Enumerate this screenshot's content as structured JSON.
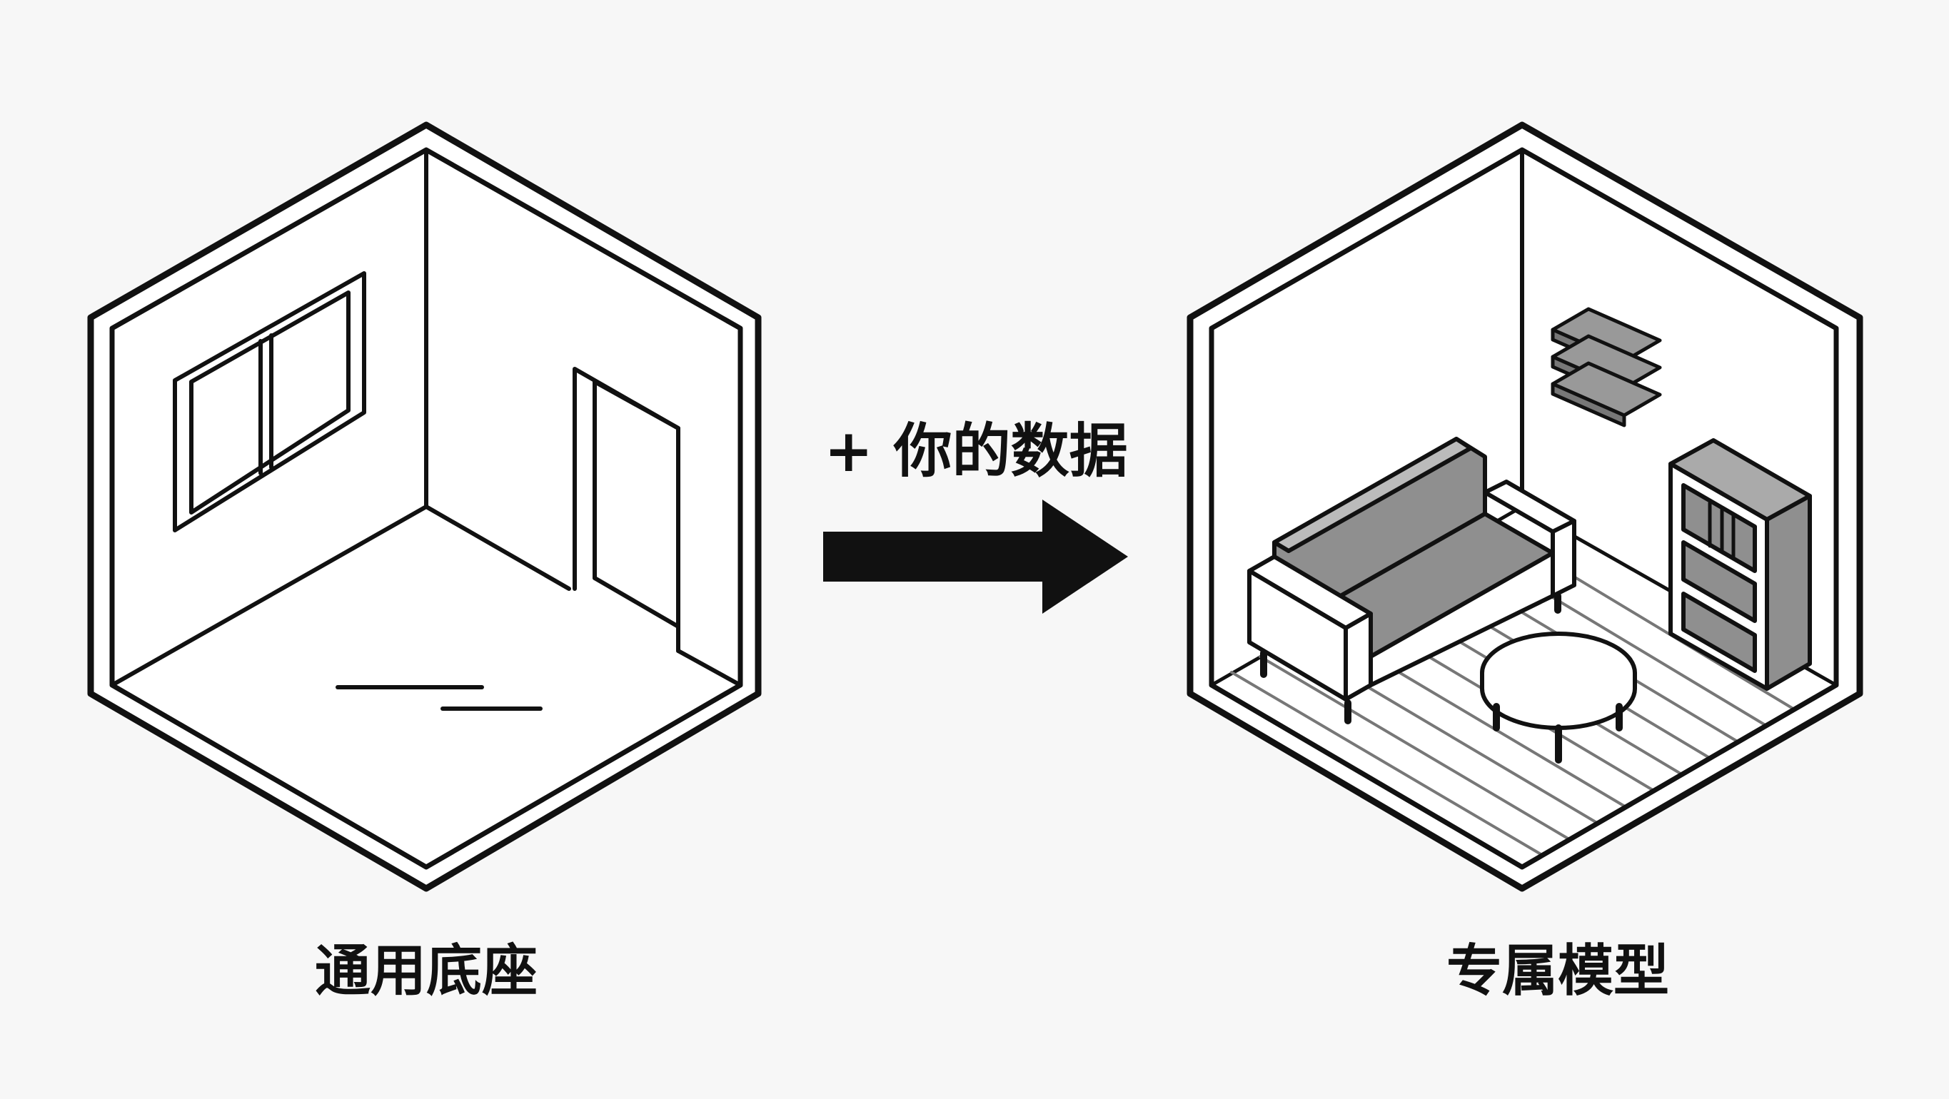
{
  "diagram": {
    "left_caption": "通用底座",
    "right_caption": "专属模型",
    "arrow_caption": "+ 你的数据"
  },
  "colors": {
    "background": "#f7f7f7",
    "line": "#111111",
    "furniture_fill": "#8f8f8f",
    "wall_fill": "#ffffff"
  }
}
